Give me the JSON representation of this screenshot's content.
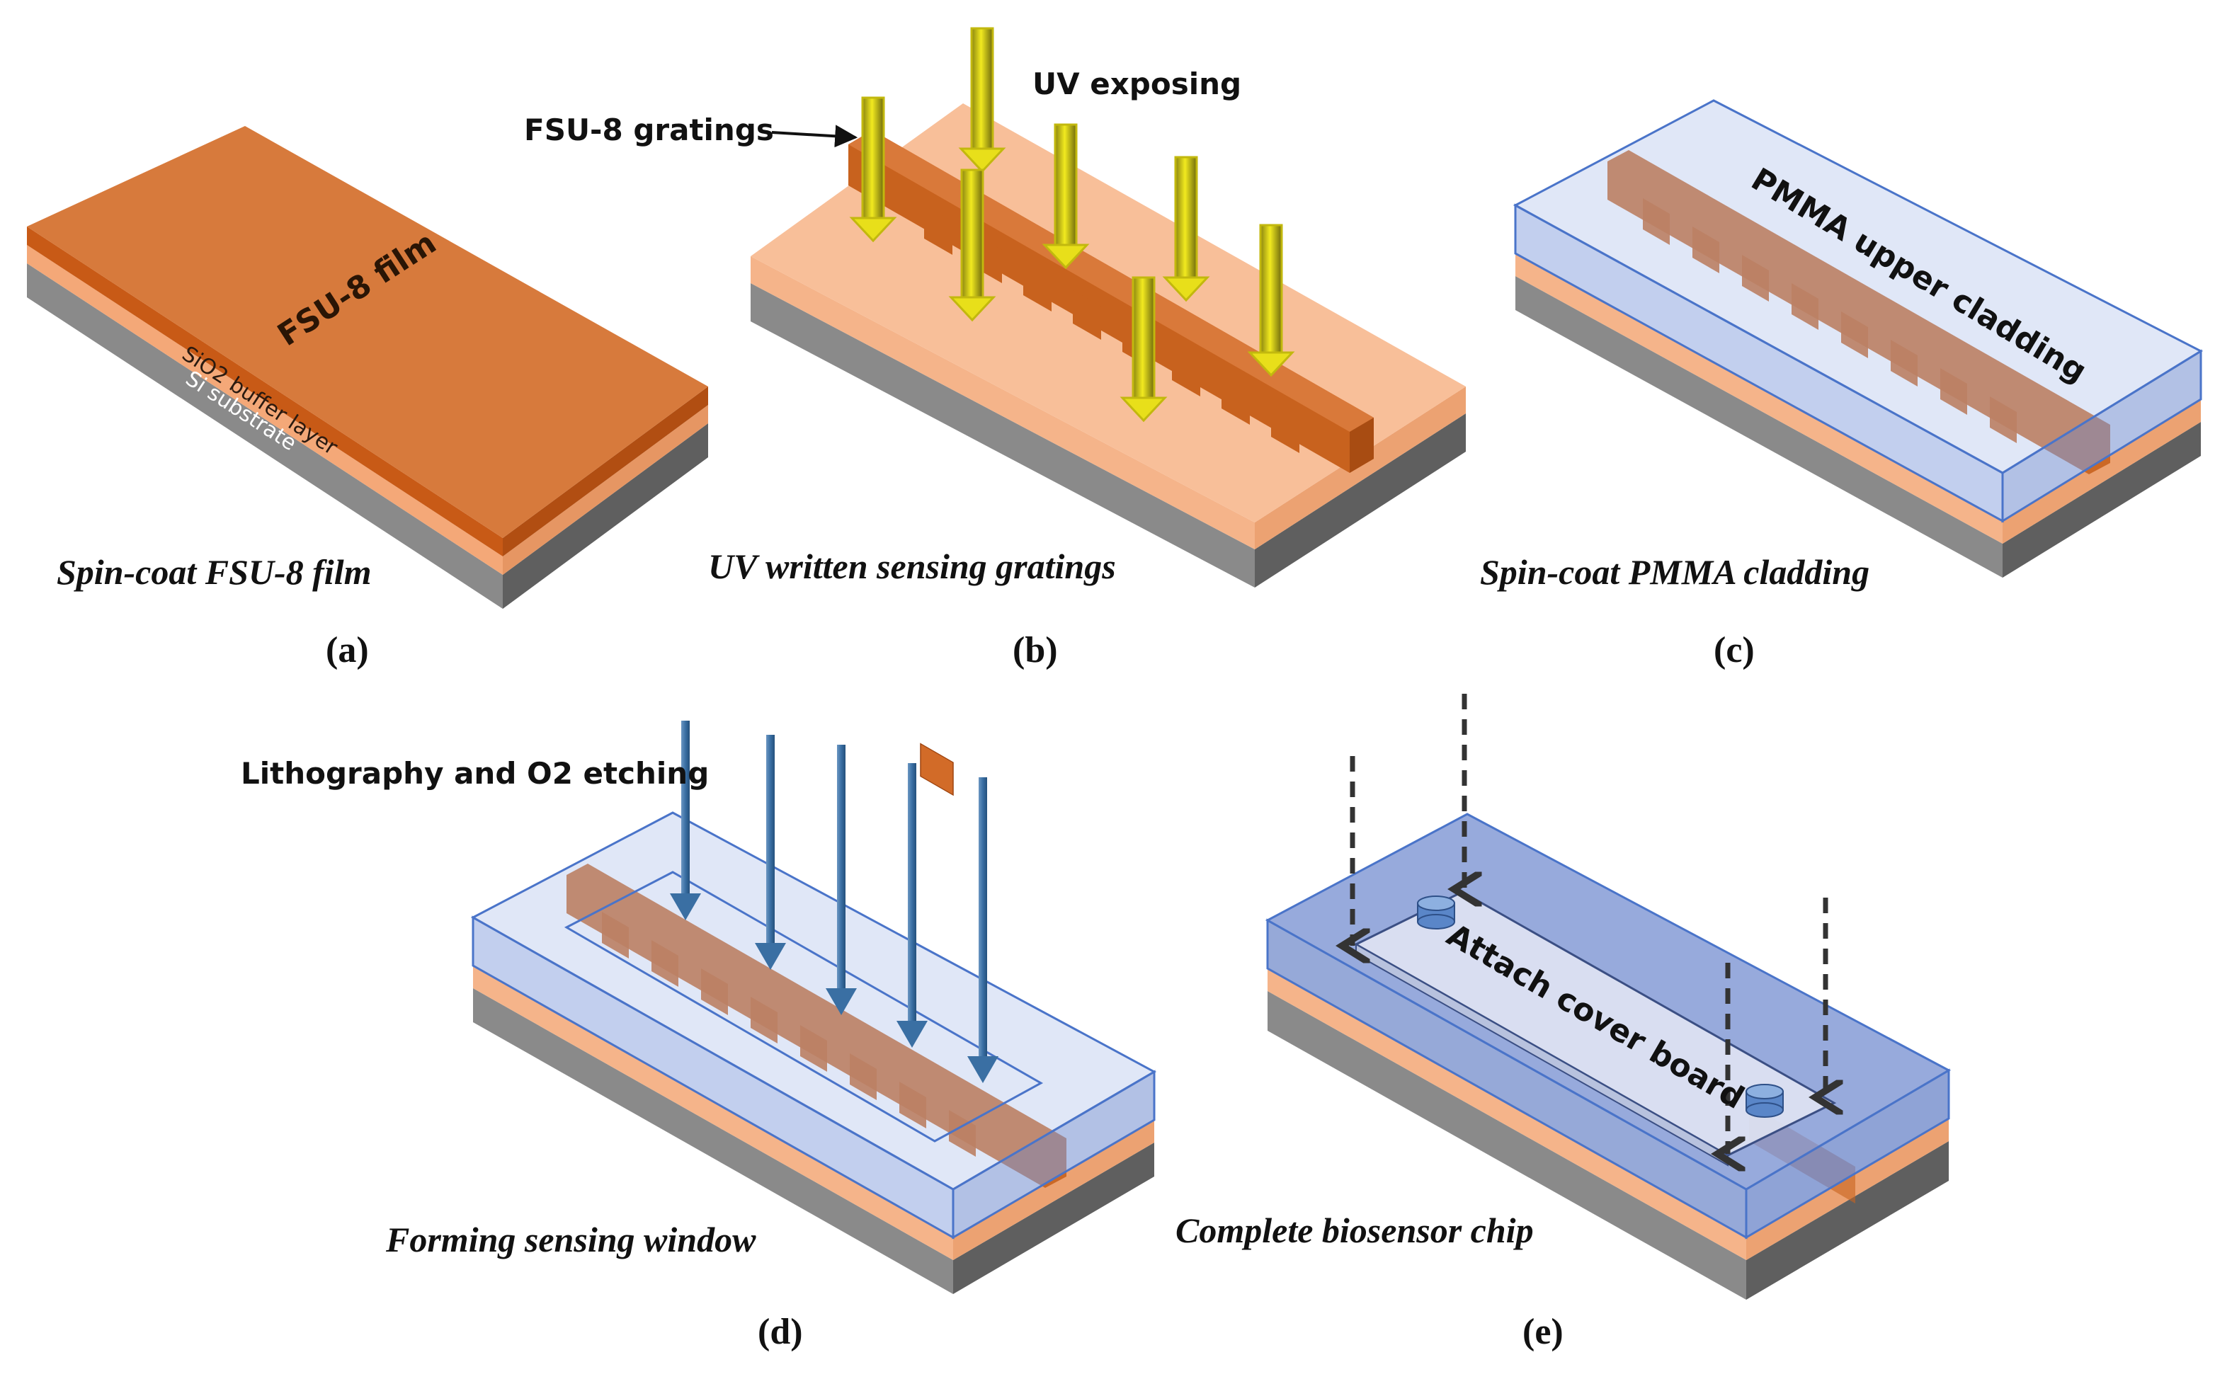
{
  "panels": {
    "a": {
      "letter": "(a)",
      "caption": "Spin-coat FSU-8 film",
      "layer_labels": {
        "film": "FSU-8 film",
        "buffer": "SiO2 buffer layer",
        "substrate": "Si substrate"
      }
    },
    "b": {
      "letter": "(b)",
      "caption": "UV written sensing gratings",
      "callout": "FSU-8  gratings",
      "process_label": "UV exposing"
    },
    "c": {
      "letter": "(c)",
      "caption": "Spin-coat PMMA cladding",
      "layer_label": "PMMA upper cladding"
    },
    "d": {
      "letter": "(d)",
      "caption": "Forming sensing window",
      "process_label": "Lithography and O2 etching"
    },
    "e": {
      "letter": "(e)",
      "caption": "Complete biosensor chip",
      "cover_label": "Attach cover board"
    }
  },
  "colors": {
    "fsu8_film": "#d4773a",
    "fsu8_side": "#c85e1c",
    "buffer_top": "#f7b98e",
    "buffer_side": "#f0a46e",
    "substrate_side": "#858585",
    "substrate_side_dark": "#5e5e5e",
    "pmma": "#8fa8e0",
    "pmma_edge": "#4a74c9",
    "uv_arrow": "#f2ea1f",
    "uv_arrow_dark": "#8f8a10",
    "etch_arrow": "#3a6fa3",
    "cover_board": "#dfe3f3"
  }
}
